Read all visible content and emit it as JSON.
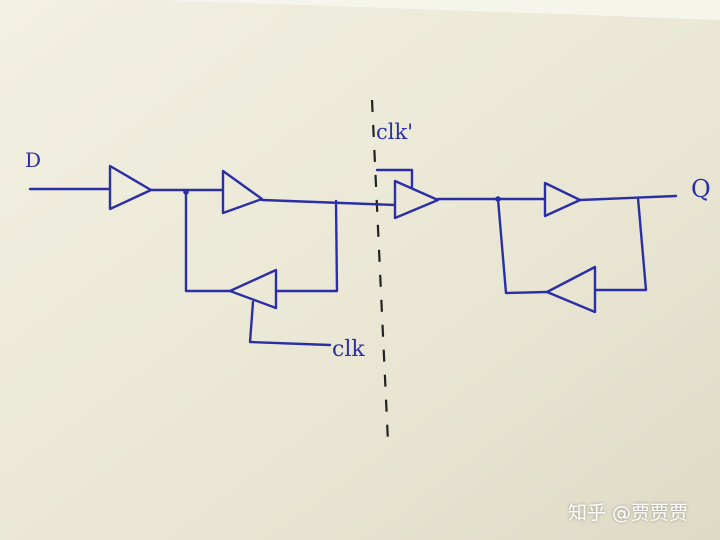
{
  "labels": {
    "input": "D",
    "output": "Q",
    "master_clock": "clk",
    "slave_clock": "clk'"
  },
  "watermark": "知乎 @贾贾贾",
  "colors": {
    "ink": "#2b2fa6",
    "paper": "#e9e6d4",
    "divider": "#222222"
  }
}
